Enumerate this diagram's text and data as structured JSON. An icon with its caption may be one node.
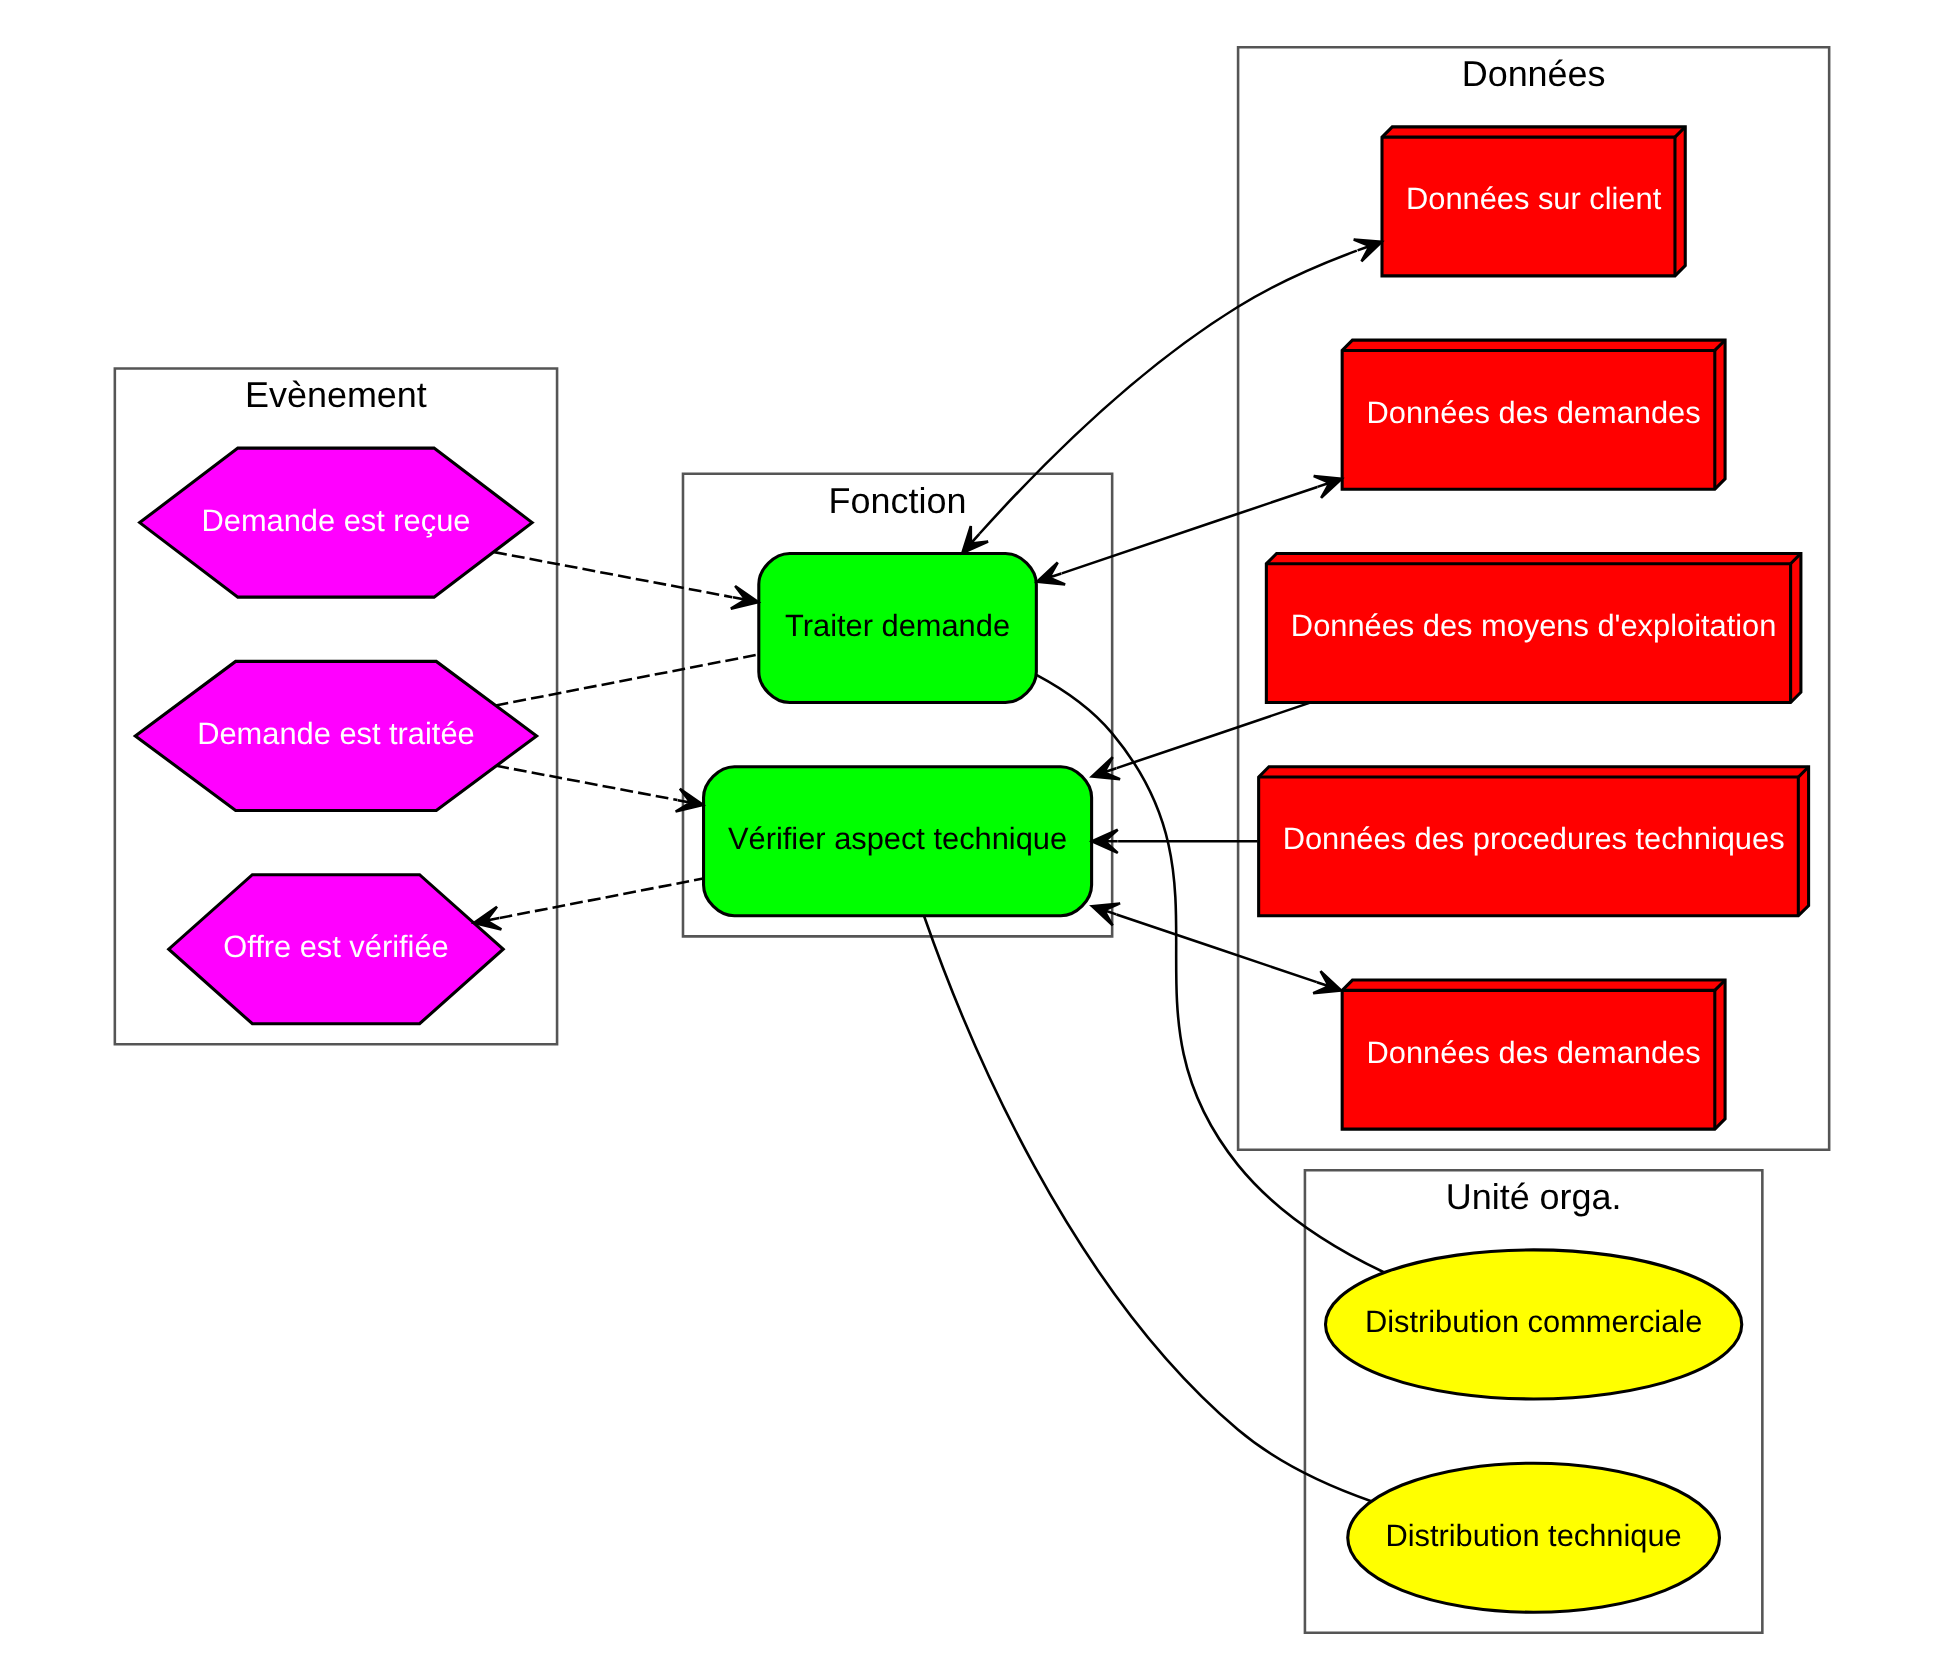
{
  "diagram": {
    "nodes": [
      {
        "text": [
          "Evènement"
        ]
      },
      {
        "text": [
          "Fonction"
        ]
      },
      {
        "text": [
          "Données"
        ]
      },
      {
        "text": [
          "Unité orga."
        ]
      },
      {
        "text": [
          "Demande est reçue"
        ],
        "in": 0
      },
      {
        "text": [
          "Traiter demande"
        ],
        "in": 1
      },
      {
        "text": [
          "Données sur client"
        ],
        "in": 2
      },
      {
        "text": [
          "Données des demandes"
        ],
        "in": 2
      },
      {
        "text": [
          "Distribution commerciale"
        ],
        "in": 3
      },
      {
        "text": [
          "Demande est traitée"
        ],
        "in": 0
      },
      {
        "text": [
          "Données des moyens d'exploitation"
        ],
        "in": 2
      },
      {
        "text": [
          "Vérifier aspect technique"
        ],
        "in": 1
      },
      {
        "text": [
          "Données des procedures techniques"
        ],
        "in": 2
      },
      {
        "text": [
          "Distribution technique"
        ],
        "in": 3
      },
      {
        "text": [
          "Offre est vérifiée"
        ],
        "in": 0
      },
      {
        "text": [
          "Données des demandes"
        ],
        "in": 2
      }
    ],
    "edges": [
      {
        "from": 4,
        "to": 5,
        "arrow": "to",
        "style": "dashed"
      },
      {
        "from": 5,
        "to": 6,
        "arrow": "both"
      },
      {
        "from": 5,
        "to": 7,
        "arrow": "both"
      },
      {
        "from": 5,
        "to": 8,
        "arrow": "none"
      },
      {
        "from": 5,
        "to": 9,
        "arrow": "none",
        "style": "dashed"
      },
      {
        "from": 9,
        "to": 11,
        "arrow": "to",
        "style": "dashed"
      },
      {
        "from": 10,
        "to": 11,
        "arrow": "to"
      },
      {
        "from": 11,
        "to": 13,
        "arrow": "none"
      },
      {
        "from": 12,
        "to": 11,
        "arrow": "to"
      },
      {
        "from": 11,
        "to": 14,
        "arrow": "to",
        "style": "dashed"
      },
      {
        "from": 11,
        "to": 15,
        "arrow": "both"
      }
    ]
  }
}
